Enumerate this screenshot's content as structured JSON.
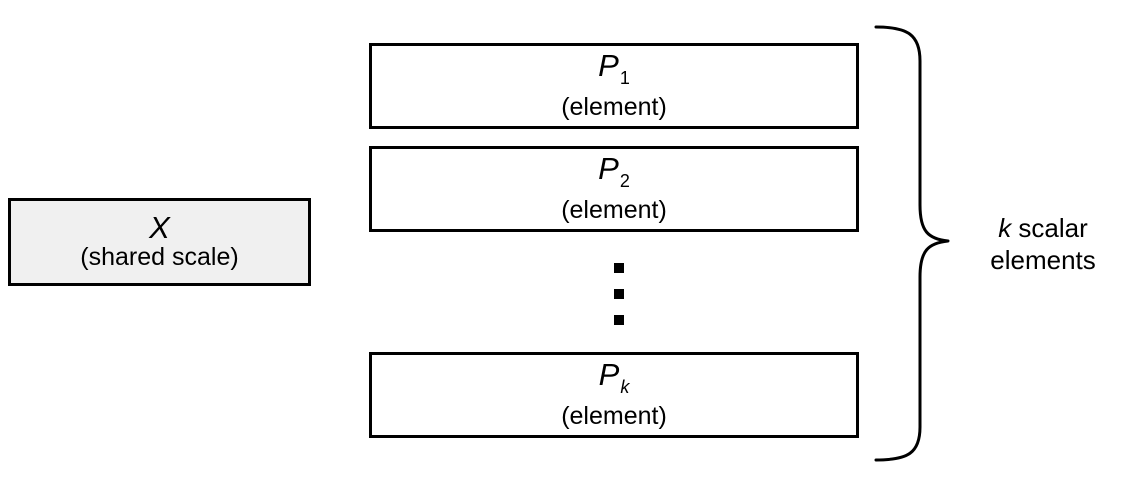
{
  "shared_box": {
    "symbol": "X",
    "label": "(shared scale)",
    "fill": "#f0f0f0"
  },
  "elements": [
    {
      "symbol": "P",
      "subscript": "1",
      "label": "(element)"
    },
    {
      "symbol": "P",
      "subscript": "2",
      "label": "(element)"
    },
    {
      "symbol": "P",
      "subscript": "k",
      "label": "(element)"
    }
  ],
  "ellipsis": "vertical-dots",
  "brace_label": {
    "variable": "k",
    "line1_rest": " scalar",
    "line2": "elements"
  }
}
